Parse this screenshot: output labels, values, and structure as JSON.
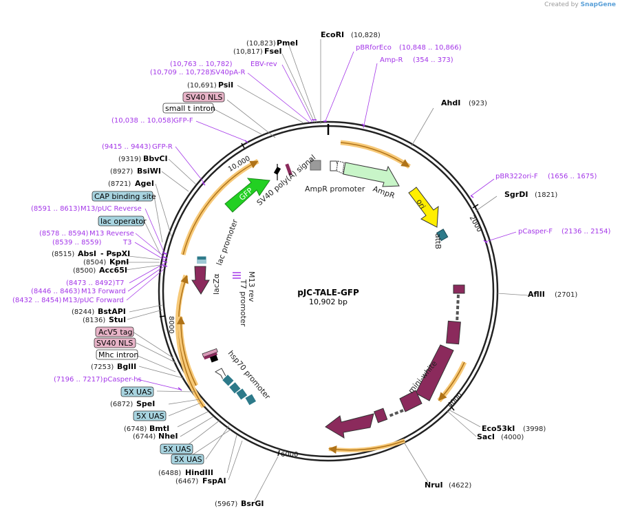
{
  "credit": {
    "prefix": "Created by",
    "brand": "SnapGene"
  },
  "plasmid": {
    "name": "pJC-TALE-GFP",
    "size": "10,902 bp"
  },
  "colors": {
    "primer": "#a335e8",
    "gfp": "#22d022",
    "ampr": "#c8f5c8",
    "ori": "#ffee00",
    "magenta": "#8b2a5c",
    "teal": "#2d7a8a",
    "orf_halo": "#f7c978",
    "orf_arrow": "#b07318",
    "box_pink": "#e8b4c8",
    "box_blue": "#a8d4e0"
  },
  "ticks": {
    "t2000": "2000",
    "t4000": "4000",
    "t6000": "6000",
    "t8000": "8000",
    "t10000": "10,000"
  },
  "sites": {
    "ecori": {
      "name": "EcoRI",
      "pos": "(10,828)"
    },
    "pmei": {
      "name": "PmeI",
      "pos": "(10,823)"
    },
    "fsei": {
      "name": "FseI",
      "pos": "(10,817)"
    },
    "psii": {
      "name": "PsiI",
      "pos": "(10,691)"
    },
    "ahdi": {
      "name": "AhdI",
      "pos": "(923)"
    },
    "sgrdi": {
      "name": "SgrDI",
      "pos": "(1821)"
    },
    "aflii": {
      "name": "AflII",
      "pos": "(2701)"
    },
    "eco53ki": {
      "name": "Eco53kI",
      "pos": "(3998)"
    },
    "saci": {
      "name": "SacI",
      "pos": "(4000)"
    },
    "nrui": {
      "name": "NruI",
      "pos": "(4622)"
    },
    "bsrgi": {
      "name": "BsrGI",
      "pos": "(5967)"
    },
    "fspai": {
      "name": "FspAI",
      "pos": "(6467)"
    },
    "hindiii": {
      "name": "HindIII",
      "pos": "(6488)"
    },
    "nhei": {
      "name": "NheI",
      "pos": "(6744)"
    },
    "bmti": {
      "name": "BmtI",
      "pos": "(6748)"
    },
    "spei": {
      "name": "SpeI",
      "pos": "(6872)"
    },
    "bglii": {
      "name": "BglII",
      "pos": "(7253)"
    },
    "stui": {
      "name": "StuI",
      "pos": "(8136)"
    },
    "bstapi": {
      "name": "BstAPI",
      "pos": "(8244)"
    },
    "acc65i": {
      "name": "Acc65I",
      "pos": "(8500)"
    },
    "kpni": {
      "name": "KpnI",
      "pos": "(8504)"
    },
    "absi": {
      "name": "AbsI",
      "pos": "(8515)"
    },
    "pspxi": {
      "name": "- PspXI"
    },
    "agei": {
      "name": "AgeI",
      "pos": "(8721)"
    },
    "bsiwi": {
      "name": "BsiWI",
      "pos": "(8927)"
    },
    "bbvci": {
      "name": "BbvCI",
      "pos": "(9319)"
    }
  },
  "primers": {
    "pbrforeco": {
      "name": "pBRforEco",
      "range": "(10,848 .. 10,866)"
    },
    "ampr": {
      "name": "Amp-R",
      "range": "(354 .. 373)"
    },
    "ebvrev": {
      "name": "EBV-rev",
      "range": "(10,763 .. 10,782)"
    },
    "sv40par": {
      "name": "SV40pA-R",
      "range": "(10,709 .. 10,728)"
    },
    "gfpf": {
      "name": "GFP-F",
      "range": "(10,038 .. 10,058)"
    },
    "gfpr": {
      "name": "GFP-R",
      "range": "(9415 .. 9443)"
    },
    "pbr322ori": {
      "name": "pBR322ori-F",
      "range": "(1656 .. 1675)"
    },
    "pcasperf": {
      "name": "pCasper-F",
      "range": "(2136 .. 2154)"
    },
    "m13pucrev": {
      "name": "M13/pUC Reverse",
      "range": "(8591 .. 8613)"
    },
    "m13rev": {
      "name": "M13 Reverse",
      "range": "(8578 .. 8594)"
    },
    "t3": {
      "name": "T3",
      "range": "(8539 .. 8559)"
    },
    "t7": {
      "name": "T7",
      "range": "(8473 .. 8492)"
    },
    "m13fwd": {
      "name": "M13 Forward",
      "range": "(8446 .. 8463)"
    },
    "m13pucfwd": {
      "name": "M13/pUC Forward",
      "range": "(8432 .. 8454)"
    },
    "pcasperhs": {
      "name": "pCasper-hs",
      "range": "(7196 .. 7217)"
    }
  },
  "boxes": {
    "sv40nls_top": "SV40 NLS",
    "small_t_intron": "small t intron",
    "cap_site": "CAP binding site",
    "lac_operator": "lac operator",
    "acv5_tag": "AcV5 tag",
    "sv40nls_bottom": "SV40 NLS",
    "mhc_intron": "Mhc intron",
    "uas1": "5X UAS",
    "uas2": "5X UAS",
    "uas3": "5X UAS",
    "uas4": "5X UAS"
  },
  "features": {
    "gfp": "GFP",
    "sv40polya": "SV40 poly(A) signal",
    "ampr_promoter": "AmpR promoter",
    "ampr": "AmpR",
    "ori": "ori",
    "attb": "attB",
    "lac_promoter": "lac promoter",
    "lacza": "lacZα",
    "m13rev": "M13 rev",
    "t7promoter": "T7 promoter",
    "hsp70": "hsp70 promoter",
    "miniwhite": "mini-white"
  }
}
